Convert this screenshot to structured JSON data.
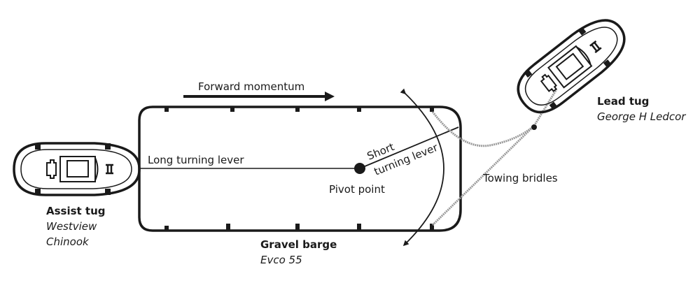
{
  "diagram": {
    "momentum_label": "Forward momentum",
    "long_lever_label": "Long turning lever",
    "short_lever_label_1": "Short",
    "short_lever_label_2": "turning lever",
    "pivot_label": "Pivot point",
    "bridles_label": "Towing bridles",
    "barge": {
      "title": "Gravel barge",
      "name": "Evco 55"
    },
    "assist_tug": {
      "title": "Assist tug",
      "name_1": "Westview",
      "name_2": "Chinook"
    },
    "lead_tug": {
      "title": "Lead tug",
      "name": "George H Ledcor"
    }
  }
}
